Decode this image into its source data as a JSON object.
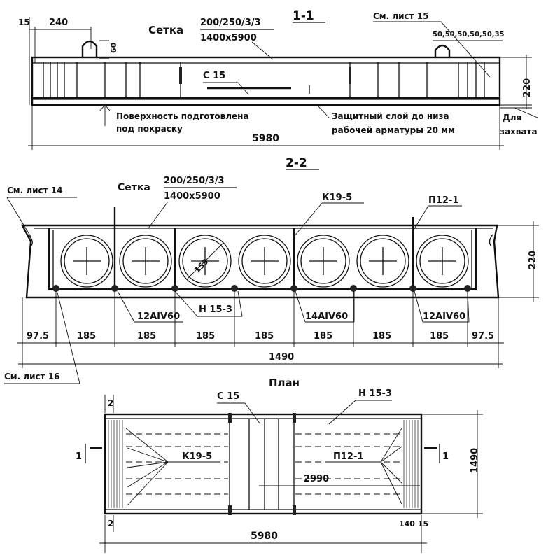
{
  "section_1": {
    "title": "1-1",
    "mesh_label": "Сетка",
    "mesh_spec_top": "200/250/3/3",
    "mesh_spec_bottom": "1400x5900",
    "ref_sheet": "См. лист 15",
    "dim_15": "15",
    "dim_240": "240",
    "dim_60": "60",
    "dim_group": "50,50,50,50,50,35",
    "dim_220": "220",
    "callout_c15": "С 15",
    "note_surface_1": "Поверхность подготовлена",
    "note_surface_2": "под покраску",
    "note_cover_1": "Защитный слой до низа",
    "note_cover_2": "рабочей арматуры 20 мм",
    "note_grip_1": "Для",
    "note_grip_2": "захвата",
    "dim_length": "5980"
  },
  "section_2": {
    "title": "2-2",
    "mesh_label": "Сетка",
    "mesh_spec_top": "200/250/3/3",
    "mesh_spec_bottom": "1400x5900",
    "ref_sheet_14": "См. лист 14",
    "callout_k": "К19-5",
    "callout_p": "П12-1",
    "void_dim": "159",
    "dim_220": "220",
    "bar_left": "12AIV60",
    "callout_n": "Н 15-3",
    "bar_mid": "14AIV60",
    "bar_right": "12AIV60",
    "dims": [
      "97.5",
      "185",
      "185",
      "185",
      "185",
      "185",
      "185",
      "185",
      "97.5"
    ],
    "dim_width": "1490",
    "ref_sheet_16": "См. лист 16"
  },
  "plan": {
    "title": "План",
    "callout_c15": "С 15",
    "callout_n": "Н 15-3",
    "dim_2_top": "2",
    "dim_2_bottom": "2",
    "callout_k": "К19-5",
    "callout_p": "П12-1",
    "cut_mark_left": "1",
    "cut_mark_right": "1",
    "dim_half": "2990",
    "dim_width": "1490",
    "dim_length": "5980",
    "dim_end": "140 15"
  }
}
